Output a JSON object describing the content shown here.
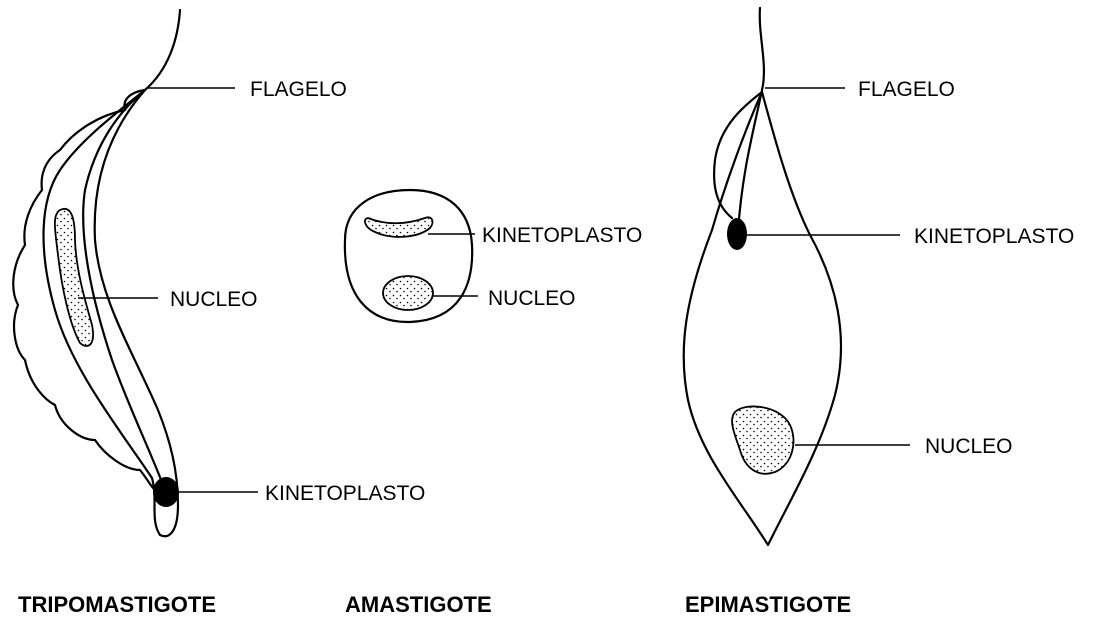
{
  "diagram": {
    "tripomastigote": {
      "title": "TRIPOMASTIGOTE",
      "labels": {
        "flagelo": "FLAGELO",
        "nucleo": "NUCLEO",
        "kinetoplasto": "KINETOPLASTO"
      }
    },
    "amastigote": {
      "title": "AMASTIGOTE",
      "labels": {
        "kinetoplasto": "KINETOPLASTO",
        "nucleo": "NUCLEO"
      }
    },
    "epimastigote": {
      "title": "EPIMASTIGOTE",
      "labels": {
        "flagelo": "FLAGELO",
        "kinetoplasto": "KINETOPLASTO",
        "nucleo": "NUCLEO"
      }
    }
  }
}
